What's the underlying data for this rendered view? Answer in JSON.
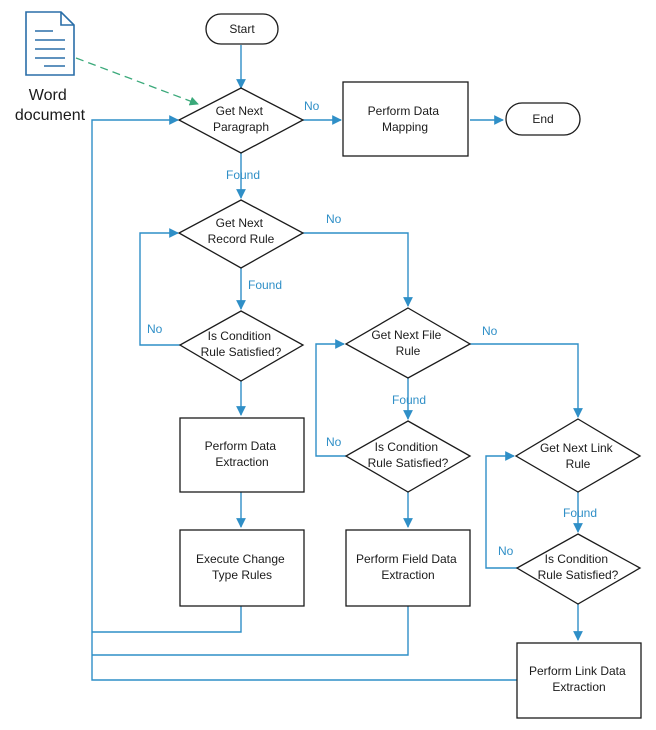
{
  "nodes": {
    "start": "Start",
    "end": "End",
    "word_document": [
      "Word",
      "document"
    ],
    "get_next_paragraph": [
      "Get Next",
      "Paragraph"
    ],
    "perform_data_mapping": [
      "Perform Data",
      "Mapping"
    ],
    "get_next_record_rule": [
      "Get Next",
      "Record Rule"
    ],
    "is_condition_1": [
      "Is Condition",
      "Rule Satisfied?"
    ],
    "perform_data_extraction": [
      "Perform Data",
      "Extraction"
    ],
    "execute_change_type_rules": [
      "Execute Change",
      "Type Rules"
    ],
    "get_next_file_rule": [
      "Get Next File",
      "Rule"
    ],
    "is_condition_2": [
      "Is Condition",
      "Rule Satisfied?"
    ],
    "perform_field_data_extraction": [
      "Perform Field Data",
      "Extraction"
    ],
    "get_next_link_rule": [
      "Get Next Link",
      "Rule"
    ],
    "is_condition_3": [
      "Is Condition",
      "Rule Satisfied?"
    ],
    "perform_link_data_extraction": [
      "Perform Link Data",
      "Extraction"
    ]
  },
  "labels": {
    "no_paragraph": "No",
    "found_paragraph": "Found",
    "no_record": "No",
    "found_record": "Found",
    "no_cond1": "No",
    "no_file": "No",
    "found_file": "Found",
    "no_cond2": "No",
    "found_link": "Found",
    "no_cond3": "No"
  },
  "colors": {
    "connector": "#2f8fc7",
    "document_link": "#3aa97a",
    "outline": "#1b1b1b"
  }
}
